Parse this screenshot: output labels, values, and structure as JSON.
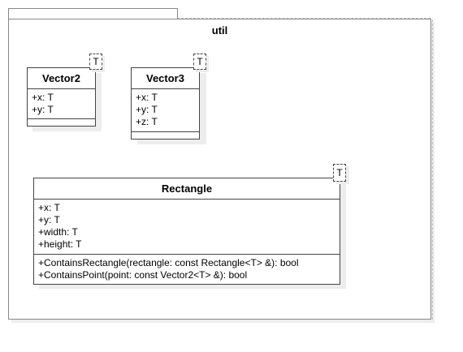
{
  "package": {
    "name": "util"
  },
  "classes": {
    "vector2": {
      "name": "Vector2",
      "template_param": "T",
      "attributes": [
        "+x: T",
        "+y: T"
      ],
      "operations": []
    },
    "vector3": {
      "name": "Vector3",
      "template_param": "T",
      "attributes": [
        "+x: T",
        "+y: T",
        "+z: T"
      ],
      "operations": []
    },
    "rectangle": {
      "name": "Rectangle",
      "template_param": "T",
      "attributes": [
        "+x: T",
        "+y: T",
        "+width: T",
        "+height: T"
      ],
      "operations": [
        "+ContainsRectangle(rectangle: const Rectangle<T> &): bool",
        "+ContainsPoint(point: const Vector2<T> &): bool"
      ]
    }
  }
}
